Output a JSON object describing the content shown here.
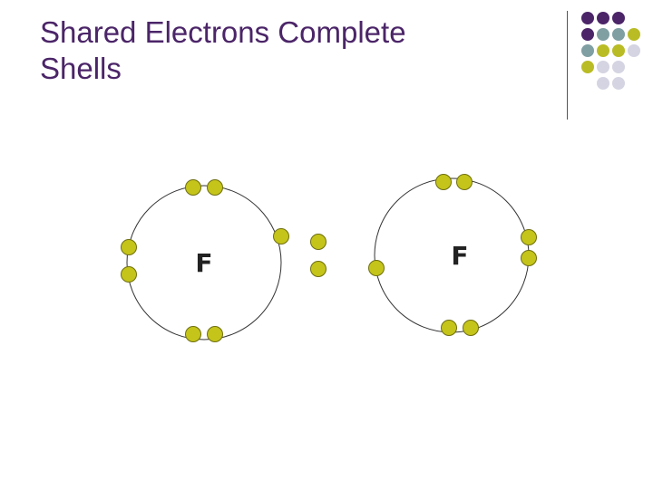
{
  "slide": {
    "title_line_1": "Shared Electrons Complete",
    "title_line_2": "Shells"
  },
  "colors": {
    "title": "#4b2568",
    "electron_fill": "#c4c41a",
    "electron_stroke": "#6f6f10",
    "shell_stroke": "#333333",
    "deco_purple": "#4b2568",
    "deco_teal": "#7f9fa3",
    "deco_olive": "#b9bc24",
    "deco_lavender": "#d4d4e2"
  },
  "decoration": {
    "dot_pattern": [
      [
        "purple",
        "purple",
        "purple",
        null
      ],
      [
        "purple",
        "teal",
        "teal",
        "olive"
      ],
      [
        "teal",
        "olive",
        "olive",
        "lavender"
      ],
      [
        "olive",
        "lavender",
        "lavender",
        null
      ],
      [
        null,
        "lavender",
        "lavender",
        null
      ]
    ]
  },
  "diagram": {
    "atoms": [
      {
        "symbol": "F"
      },
      {
        "symbol": "F"
      }
    ]
  }
}
